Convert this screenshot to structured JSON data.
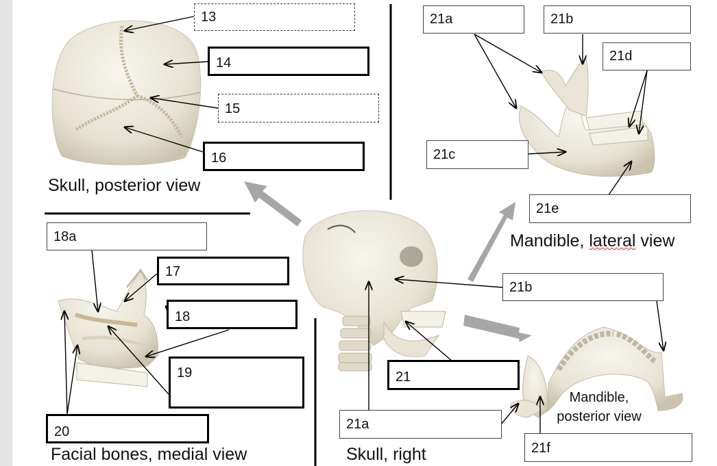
{
  "labels": {
    "l13": "13",
    "l14": "14",
    "l15": "15",
    "l16": "16",
    "l17": "17",
    "l18": "18",
    "l18a": "18a",
    "l19": "19",
    "l20": "20",
    "l21": "21",
    "l21a_top": "21a",
    "l21b_top": "21b",
    "l21c": "21c",
    "l21d": "21d",
    "l21e": "21e",
    "l21b_mid": "21b",
    "l21a_bottom": "21a",
    "l21f": "21f"
  },
  "captions": {
    "skull_posterior": "Skull, posterior view",
    "mandible_lateral_main": "Mandible, ",
    "mandible_lateral_word": "lateral",
    "mandible_lateral_end": " view",
    "facial_medial": "Facial bones, medial view",
    "skull_right": "Skull, right",
    "mandible_posterior_1": "Mandible,",
    "mandible_posterior_2": "posterior  view"
  },
  "colors": {
    "bone": "#ece8dc",
    "bone_shade": "#cfc8b6",
    "tooth": "#f4f1e8",
    "arrow_gray": "#a6a6a6",
    "line": "#000000",
    "gutter": "#e3e3e3"
  }
}
